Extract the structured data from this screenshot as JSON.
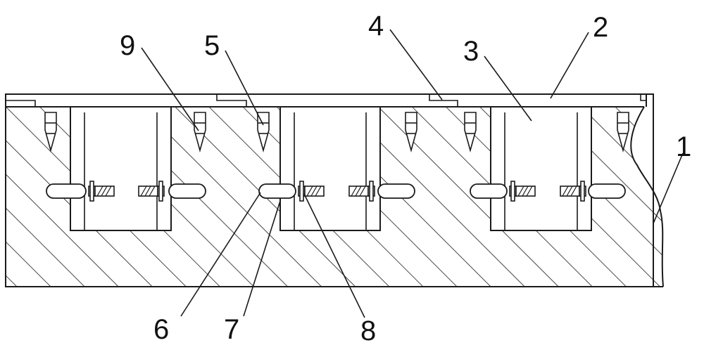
{
  "colors": {
    "line": "#1a1a1a",
    "background": "#ffffff"
  },
  "callouts": [
    {
      "label": "1",
      "part": "base-block"
    },
    {
      "label": "2",
      "part": "cover-plate"
    },
    {
      "label": "3",
      "part": "module-body"
    },
    {
      "label": "4",
      "part": "plate-step"
    },
    {
      "label": "5",
      "part": "spike"
    },
    {
      "label": "6",
      "part": "slot"
    },
    {
      "label": "7",
      "part": "pin-rod"
    },
    {
      "label": "8",
      "part": "pin-head"
    },
    {
      "label": "9",
      "part": "spike"
    }
  ]
}
